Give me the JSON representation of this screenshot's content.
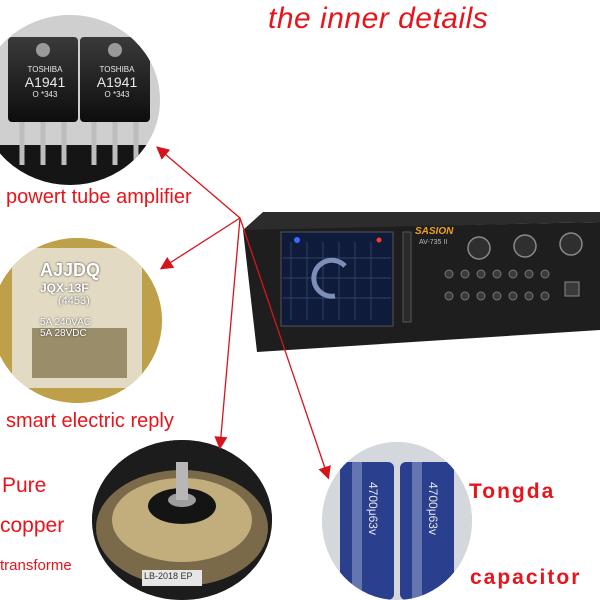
{
  "title": "the inner details",
  "labels": {
    "power_tube": "powert tube amplifier",
    "relay": "smart electric reply",
    "transformer_line1": "Pure",
    "transformer_line2": "copper",
    "transformer_line3": "transforme",
    "capacitor_line1": "Tongda",
    "capacitor_line2": "capacitor"
  },
  "transistors": {
    "brand": "TOSHIBA",
    "model": "A1941",
    "code": "O *343"
  },
  "relay_part": {
    "brand": "AJJDQ",
    "model": "JQX-13F",
    "code": "(4453)",
    "rating1": "5A 240VAC",
    "rating2": "5A 28VDC"
  },
  "transformer_part": {
    "tag": "LB-2018 EP"
  },
  "capacitor_part": {
    "rating": "4700μ63v"
  },
  "amplifier_device": {
    "brand": "SASION",
    "model": "AV-735 II"
  },
  "colors": {
    "accent_red": "#e8141b",
    "arrow_red": "#d8141b",
    "device_dark": "#1e1e1e"
  }
}
